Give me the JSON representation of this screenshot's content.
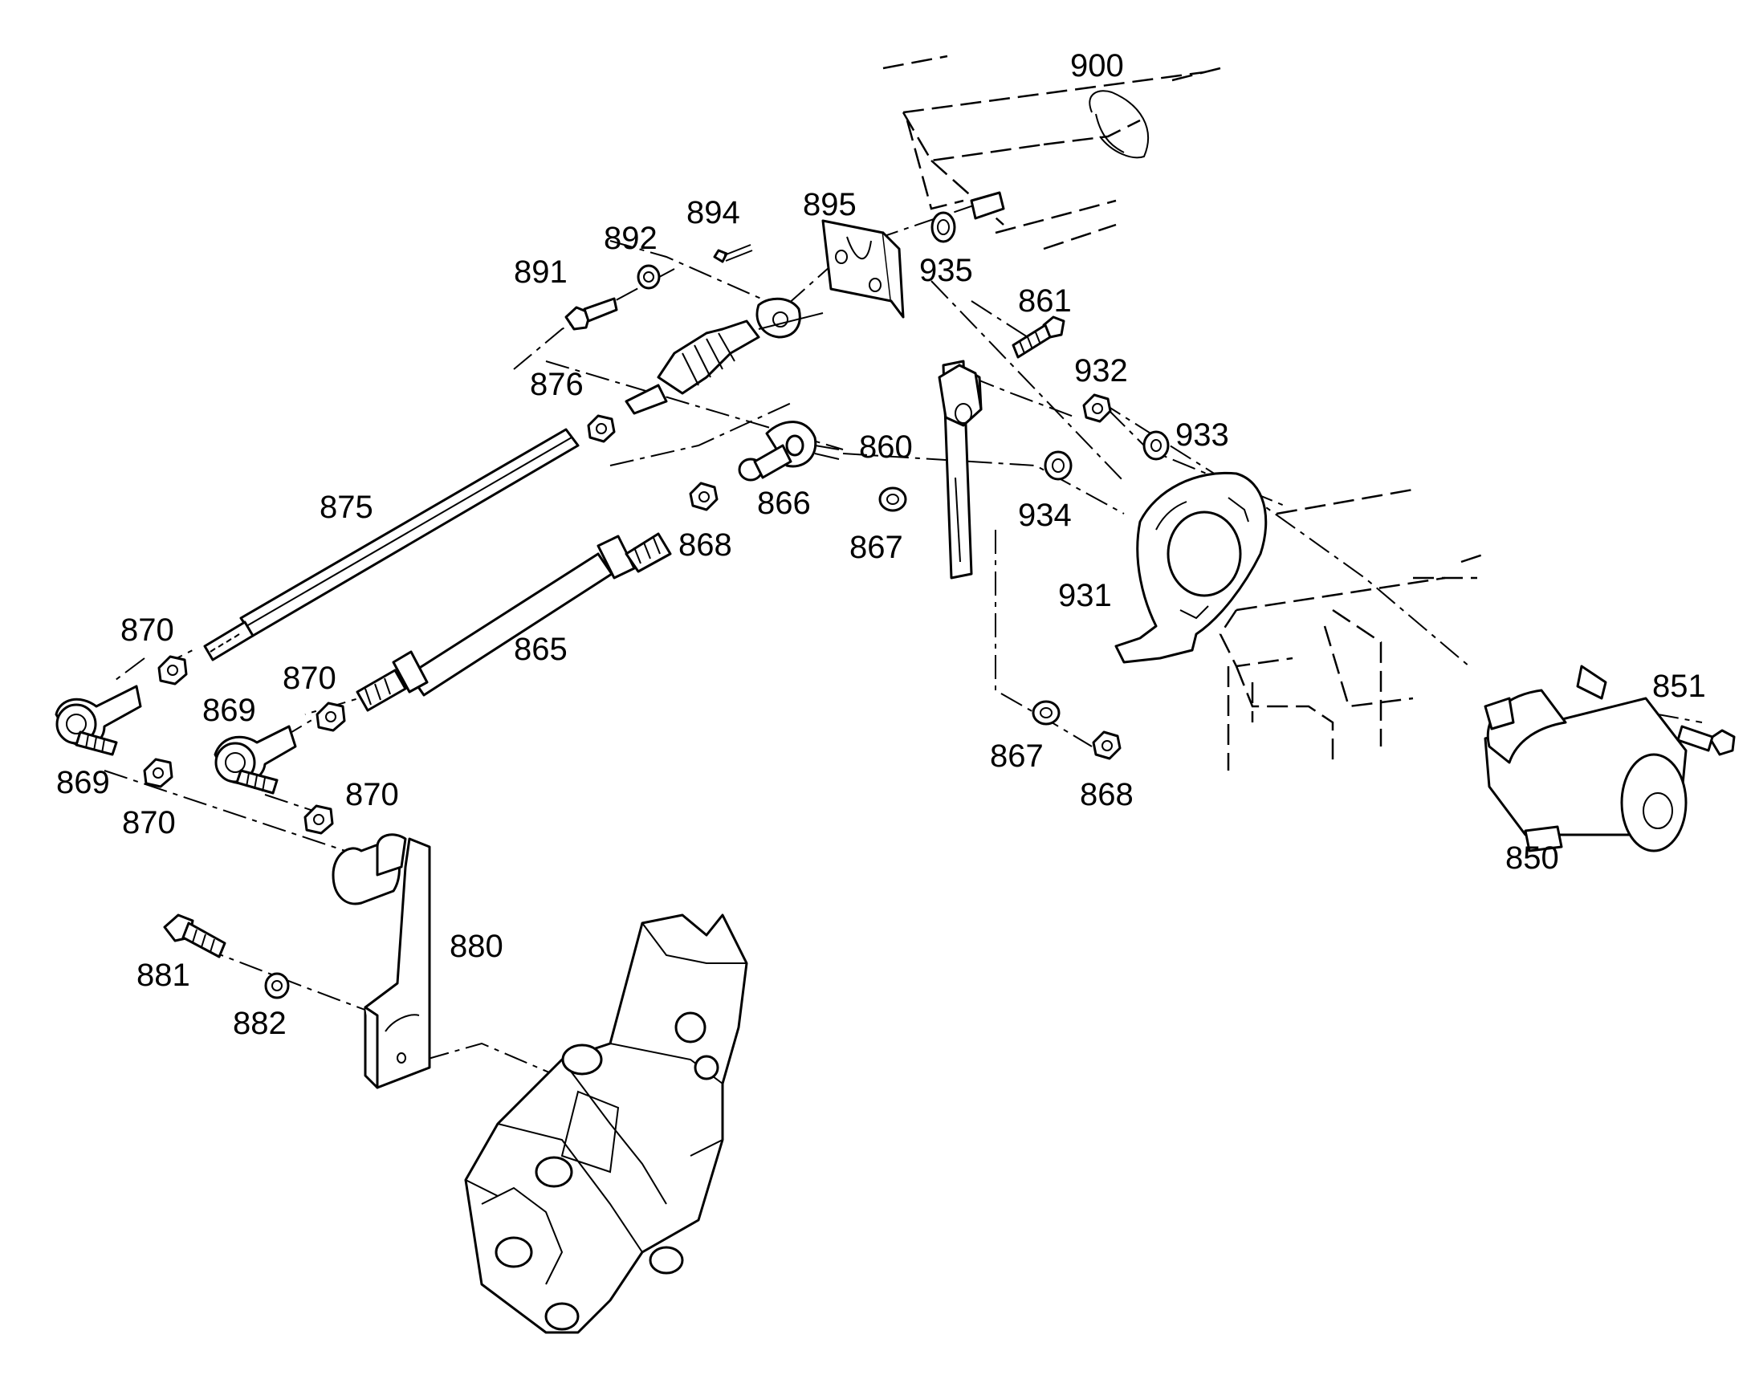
{
  "diagram": {
    "callouts": [
      {
        "id": "c900",
        "label": "900"
      },
      {
        "id": "c894",
        "label": "894"
      },
      {
        "id": "c895",
        "label": "895"
      },
      {
        "id": "c892",
        "label": "892"
      },
      {
        "id": "c891",
        "label": "891"
      },
      {
        "id": "c935",
        "label": "935"
      },
      {
        "id": "c861",
        "label": "861"
      },
      {
        "id": "c876",
        "label": "876"
      },
      {
        "id": "c932",
        "label": "932"
      },
      {
        "id": "c933",
        "label": "933"
      },
      {
        "id": "c860",
        "label": "860"
      },
      {
        "id": "c875",
        "label": "875"
      },
      {
        "id": "c866",
        "label": "866"
      },
      {
        "id": "c934",
        "label": "934"
      },
      {
        "id": "c868a",
        "label": "868"
      },
      {
        "id": "c867a",
        "label": "867"
      },
      {
        "id": "c931",
        "label": "931"
      },
      {
        "id": "c870a",
        "label": "870"
      },
      {
        "id": "c865",
        "label": "865"
      },
      {
        "id": "c870b",
        "label": "870"
      },
      {
        "id": "c869a",
        "label": "869"
      },
      {
        "id": "c851",
        "label": "851"
      },
      {
        "id": "c869b",
        "label": "869"
      },
      {
        "id": "c867b",
        "label": "867"
      },
      {
        "id": "c870c",
        "label": "870"
      },
      {
        "id": "c868b",
        "label": "868"
      },
      {
        "id": "c870d",
        "label": "870"
      },
      {
        "id": "c850",
        "label": "850"
      },
      {
        "id": "c880",
        "label": "880"
      },
      {
        "id": "c881",
        "label": "881"
      },
      {
        "id": "c882",
        "label": "882"
      }
    ]
  }
}
